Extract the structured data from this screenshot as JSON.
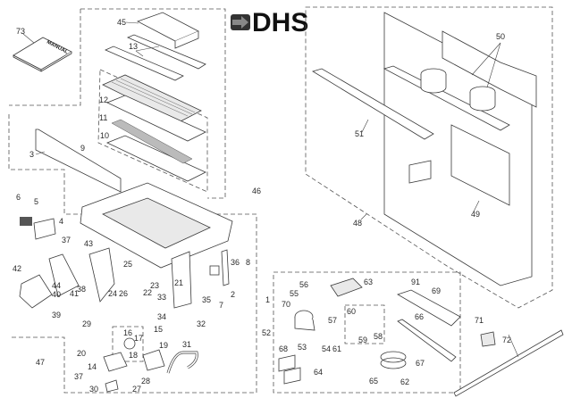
{
  "diagram": {
    "title": "Exploded parts diagram – gas fireplace insert",
    "brand": {
      "logo_text": "DHS",
      "logo_color": "#111111",
      "arrow_color": "#555555"
    },
    "manual_label": "MANUAL",
    "groups": {
      "burner_assembly": "9",
      "valve_subassembly": "15",
      "firebox_assembly": "48",
      "accessory_kit": "52",
      "pilot_kit": "57",
      "main_chassis": "1"
    },
    "callouts": [
      {
        "id": "73",
        "part": "owner-manual"
      },
      {
        "id": "45",
        "part": "top-cover"
      },
      {
        "id": "13",
        "part": "burner-rails"
      },
      {
        "id": "12",
        "part": "burner-gasket-upper"
      },
      {
        "id": "11",
        "part": "ember-mesh"
      },
      {
        "id": "10",
        "part": "burner-gasket-lower"
      },
      {
        "id": "9",
        "part": "burner-assembly"
      },
      {
        "id": "3",
        "part": "front-trim-panel"
      },
      {
        "id": "46",
        "part": "bracket-screw"
      },
      {
        "id": "6",
        "part": "pilot-screws"
      },
      {
        "id": "5",
        "part": "pilot-shield"
      },
      {
        "id": "4",
        "part": "pilot-assembly"
      },
      {
        "id": "37",
        "part": "pilot-tube"
      },
      {
        "id": "43",
        "part": "heat-shield"
      },
      {
        "id": "42",
        "part": "wire"
      },
      {
        "id": "38",
        "part": "control-bracket"
      },
      {
        "id": "44",
        "part": "screw"
      },
      {
        "id": "40",
        "part": "clip"
      },
      {
        "id": "39",
        "part": "control-box"
      },
      {
        "id": "41",
        "part": "clamp"
      },
      {
        "id": "25",
        "part": "ignitor"
      },
      {
        "id": "24",
        "part": "screw"
      },
      {
        "id": "26",
        "part": "bracket"
      },
      {
        "id": "23",
        "part": "bracket"
      },
      {
        "id": "22",
        "part": "nut"
      },
      {
        "id": "21",
        "part": "bracket"
      },
      {
        "id": "36",
        "part": "spring"
      },
      {
        "id": "8",
        "part": "knob-shaft"
      },
      {
        "id": "2",
        "part": "mount-plate"
      },
      {
        "id": "7",
        "part": "knob"
      },
      {
        "id": "35",
        "part": "bolt"
      },
      {
        "id": "33",
        "part": "screw"
      },
      {
        "id": "34",
        "part": "nut"
      },
      {
        "id": "32",
        "part": "valve-bracket"
      },
      {
        "id": "1",
        "part": "main-chassis"
      },
      {
        "id": "29",
        "part": "gas-line"
      },
      {
        "id": "15",
        "part": "valve-subassembly"
      },
      {
        "id": "16",
        "part": "fitting"
      },
      {
        "id": "17",
        "part": "o-ring"
      },
      {
        "id": "18",
        "part": "nut"
      },
      {
        "id": "19",
        "part": "regulator"
      },
      {
        "id": "31",
        "part": "flex-line"
      },
      {
        "id": "20",
        "part": "thermocouple"
      },
      {
        "id": "14",
        "part": "gas-valve"
      },
      {
        "id": "47",
        "part": "screw"
      },
      {
        "id": "37",
        "part": "tube"
      },
      {
        "id": "28",
        "part": "washer"
      },
      {
        "id": "27",
        "part": "washer"
      },
      {
        "id": "30",
        "part": "elbow"
      },
      {
        "id": "50",
        "part": "flue-collars"
      },
      {
        "id": "51",
        "part": "top-trim"
      },
      {
        "id": "49",
        "part": "firebox"
      },
      {
        "id": "48",
        "part": "firebox-assembly"
      },
      {
        "id": "56",
        "part": "gasket-strips"
      },
      {
        "id": "63",
        "part": "tape-roll"
      },
      {
        "id": "91",
        "part": "screw"
      },
      {
        "id": "55",
        "part": "foam-strip"
      },
      {
        "id": "70",
        "part": "foil-tape"
      },
      {
        "id": "69",
        "part": "support-bracket"
      },
      {
        "id": "57",
        "part": "pilot-kit"
      },
      {
        "id": "60",
        "part": "screw"
      },
      {
        "id": "59",
        "part": "pin"
      },
      {
        "id": "58",
        "part": "tool"
      },
      {
        "id": "66",
        "part": "flat-bar"
      },
      {
        "id": "52",
        "part": "accessory-kit"
      },
      {
        "id": "68",
        "part": "angle-brackets"
      },
      {
        "id": "53",
        "part": "grommet"
      },
      {
        "id": "54",
        "part": "clip"
      },
      {
        "id": "61",
        "part": "key-set"
      },
      {
        "id": "62",
        "part": "hose-clamps"
      },
      {
        "id": "67",
        "part": "thumb-screw"
      },
      {
        "id": "64",
        "part": "screw-set"
      },
      {
        "id": "65",
        "part": "clips"
      },
      {
        "id": "71",
        "part": "eraser-block"
      },
      {
        "id": "72",
        "part": "hand-rod"
      }
    ]
  }
}
